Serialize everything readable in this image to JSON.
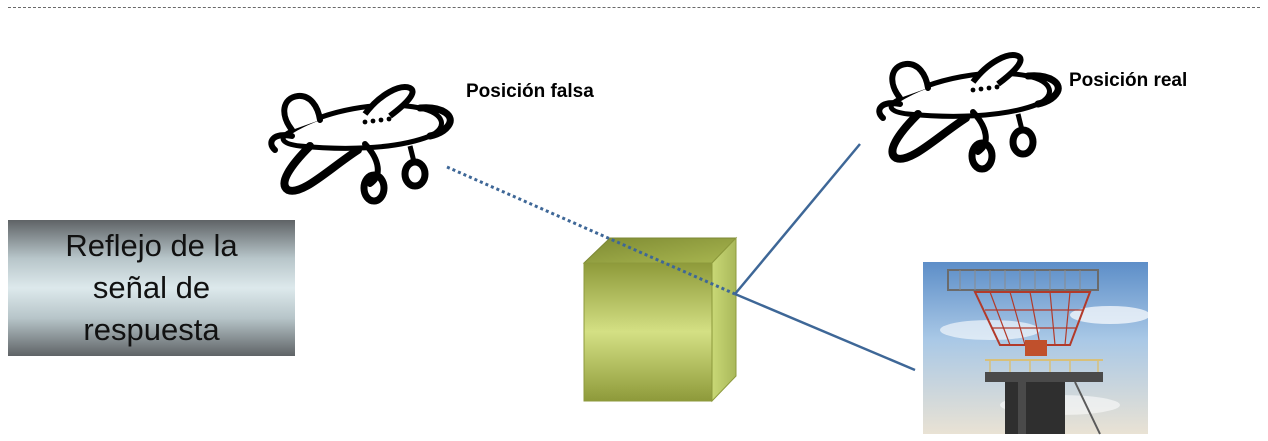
{
  "labels": {
    "false_position": "Posición falsa",
    "real_position": "Posición real"
  },
  "reflection_box": {
    "text": "Reflejo de la\nseñal de\nrespuesta"
  },
  "icons": {
    "airplane": "airplane-icon",
    "radar": "radar-antenna"
  },
  "colors": {
    "signal_line": "#3e6797",
    "obstacle_front": "#b9c86a",
    "obstacle_top": "#8d9a3c",
    "obstacle_side": "#c5d36e"
  }
}
